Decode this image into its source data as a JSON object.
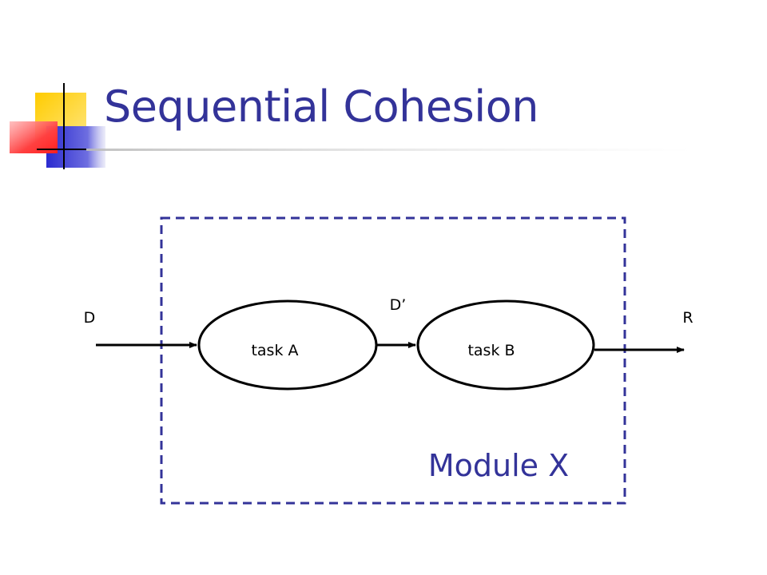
{
  "slide": {
    "title": "Sequential Cohesion"
  },
  "diagram": {
    "module_label": "Module X",
    "tasks": [
      "task A",
      "task B"
    ],
    "input_label": "D",
    "intermediate_label": "D’",
    "output_label": "R"
  },
  "colors": {
    "title": "#333399",
    "module_border": "#333399",
    "deco_yellow": "#FFCC00",
    "deco_red": "#FF3333",
    "deco_blue": "#3333CC"
  }
}
